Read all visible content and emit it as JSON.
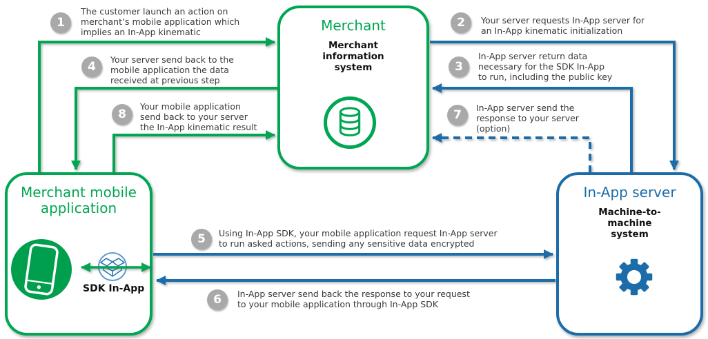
{
  "colors": {
    "green": "#00a651",
    "blue": "#1b6ca8",
    "sdk_icon_blue": "#4a90c8",
    "step_circle_gray": "#a9a9a9",
    "text": "#3a3a3a"
  },
  "nodes": {
    "merchant": {
      "title": "Merchant",
      "subtitle": "Merchant\ninformation\nsystem",
      "icon": "database-icon"
    },
    "mobile_app": {
      "title": "Merchant mobile\napplication",
      "icon": "smartphone-icon",
      "sdk_label": "SDK In-App",
      "sdk_icon": "open-box-icon"
    },
    "inapp_server": {
      "title": "In-App server",
      "subtitle": "Machine-to-\nmachine\nsystem",
      "icon": "gear-icon"
    }
  },
  "steps": [
    {
      "number": "1",
      "text": "The customer launch an action on\nmerchant’s mobile application which\nimplies an In-App kinematic"
    },
    {
      "number": "2",
      "text": "Your server requests In-App server for\nan In-App kinematic initialization"
    },
    {
      "number": "3",
      "text": "In-App server return data\nnecessary for the SDK In-App\nto run, including the public key"
    },
    {
      "number": "4",
      "text": "Your server send back to the\nmobile application the data\nreceived at previous step"
    },
    {
      "number": "5",
      "text": "Using In-App SDK, your mobile application request In-App server\nto run asked actions, sending any sensitive data encrypted"
    },
    {
      "number": "6",
      "text": "In-App server send back the response to your request\nto your mobile application through In-App SDK"
    },
    {
      "number": "7",
      "text": "In-App server send the\nresponse to your server\n(option)"
    },
    {
      "number": "8",
      "text": "Your mobile application\nsend back to your server\nthe In-App kinematic result"
    }
  ],
  "arrows": [
    {
      "step": "1",
      "from": "mobile_app",
      "to": "merchant",
      "color": "green",
      "style": "solid"
    },
    {
      "step": "2",
      "from": "merchant",
      "to": "inapp_server",
      "color": "blue",
      "style": "solid"
    },
    {
      "step": "3",
      "from": "inapp_server",
      "to": "merchant",
      "color": "blue",
      "style": "solid"
    },
    {
      "step": "4",
      "from": "merchant",
      "to": "mobile_app",
      "color": "green",
      "style": "solid"
    },
    {
      "step": "5",
      "from": "mobile_app",
      "to": "inapp_server",
      "color": "blue",
      "style": "solid"
    },
    {
      "step": "6",
      "from": "inapp_server",
      "to": "mobile_app",
      "color": "blue",
      "style": "solid"
    },
    {
      "step": "7",
      "from": "inapp_server",
      "to": "merchant",
      "color": "blue",
      "style": "dashed"
    },
    {
      "step": "8",
      "from": "mobile_app",
      "to": "merchant",
      "color": "green",
      "style": "solid"
    },
    {
      "step": "sdk-link",
      "from": "mobile_app",
      "to": "sdk",
      "color": "green",
      "style": "double-headed"
    }
  ]
}
